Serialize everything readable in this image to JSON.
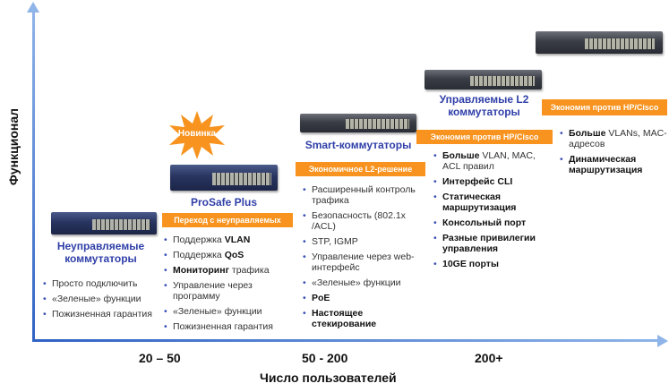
{
  "axes": {
    "y_label": "Функционал",
    "x_label": "Число пользователей",
    "x_ticks": [
      "20 – 50",
      "50 - 200",
      "200+"
    ]
  },
  "new_badge": "Новинка",
  "colors": {
    "accent": "#f7931e",
    "title": "#2f3fa8",
    "axis": "#2f62c4"
  },
  "columns": [
    {
      "title": "Неуправляемые коммутаторы",
      "bar": "",
      "bullets": [
        [
          {
            "t": "Просто подключить"
          }
        ],
        [
          {
            "t": "«Зеленые» функции"
          }
        ],
        [
          {
            "t": "Пожизненная гарантия"
          }
        ]
      ]
    },
    {
      "title": "ProSafe Plus",
      "bar": "Переход с неуправляемых",
      "bullets": [
        [
          {
            "t": "Поддержка "
          },
          {
            "t": "VLAN",
            "b": true
          }
        ],
        [
          {
            "t": "Поддержка "
          },
          {
            "t": "QoS",
            "b": true
          }
        ],
        [
          {
            "t": "Мониторинг",
            "b": true
          },
          {
            "t": " трафика"
          }
        ],
        [
          {
            "t": "Управление через программу"
          }
        ],
        [
          {
            "t": "«Зеленые» функции"
          }
        ],
        [
          {
            "t": "Пожизненная гарантия"
          }
        ]
      ]
    },
    {
      "title": "Smart-коммутаторы",
      "bar": "Экономичное L2-решение",
      "bullets": [
        [
          {
            "t": "Расширенный контроль трафика"
          }
        ],
        [
          {
            "t": "Безопасность (802.1x /ACL)"
          }
        ],
        [
          {
            "t": "STP, IGMP"
          }
        ],
        [
          {
            "t": "Управление через web-интерфейс"
          }
        ],
        [
          {
            "t": "«Зеленые» функции"
          }
        ],
        [
          {
            "t": "PoE",
            "b": true
          }
        ],
        [
          {
            "t": "Настоящее стекирование",
            "b": true
          }
        ]
      ]
    },
    {
      "title": "Управляемые L2 коммутаторы",
      "bar": "Экономия против HP/Cisco",
      "bullets": [
        [
          {
            "t": "Больше",
            "b": true
          },
          {
            "t": " VLAN, MAC, ACL правил"
          }
        ],
        [
          {
            "t": "Интерфейс CLI",
            "b": true
          }
        ],
        [
          {
            "t": "Статическая маршрутизация",
            "b": true
          }
        ],
        [
          {
            "t": "Консольный порт",
            "b": true
          }
        ],
        [
          {
            "t": "Разные привилегии управления",
            "b": true
          }
        ],
        [
          {
            "t": "10GE порты",
            "b": true
          }
        ]
      ]
    },
    {
      "title": "",
      "bar": "Экономия против HP/Cisco",
      "bullets": [
        [
          {
            "t": "Больше",
            "b": true
          },
          {
            "t": " VLANs, MAC-адресов"
          }
        ],
        [
          {
            "t": "Динамическая маршрутизация",
            "b": true
          }
        ]
      ]
    }
  ]
}
